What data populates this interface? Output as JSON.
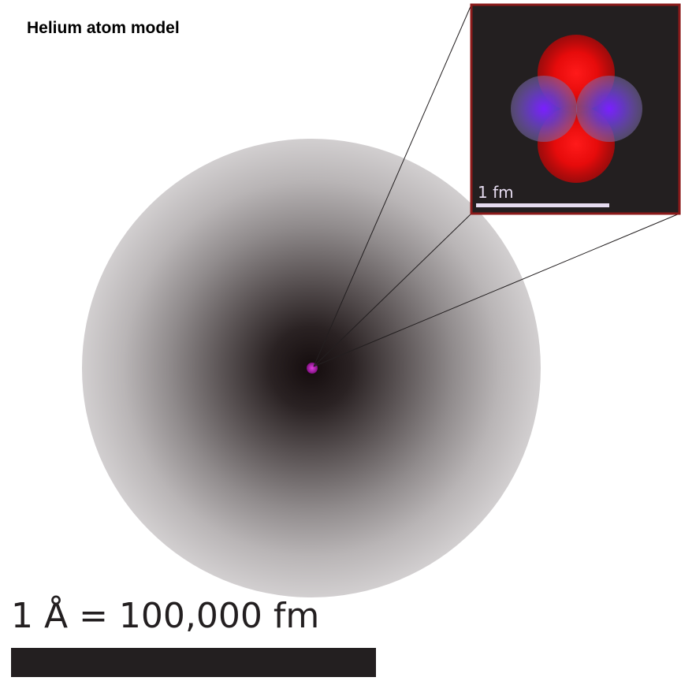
{
  "title": "Helium atom model",
  "inset": {
    "scale_label": "1 fm"
  },
  "atom": {
    "scale_label": "1 Å = 100,000 fm"
  },
  "colors": {
    "proton": "#ff0000",
    "neutron": "#6633ff",
    "electron_cloud_center": "#1a1314",
    "electron_cloud_edge": "#cfcccd",
    "inset_border": "#8b1a1a",
    "inset_background": "#231f20",
    "nucleus": "#c020c0"
  }
}
